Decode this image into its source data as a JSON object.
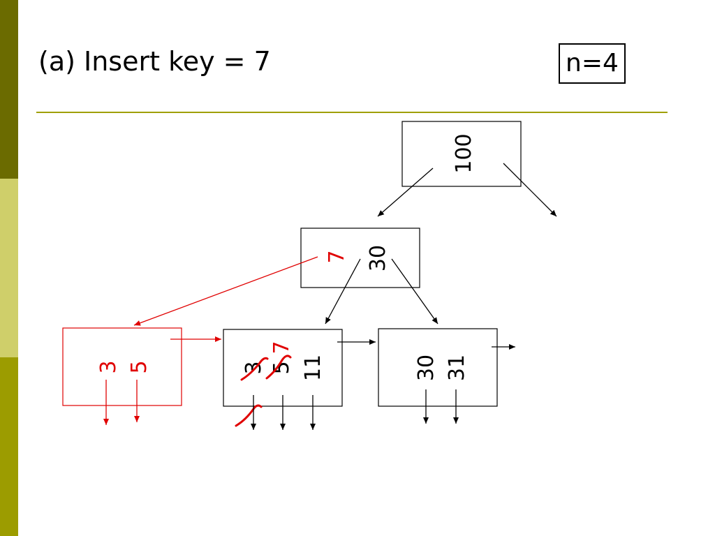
{
  "title": "(a) Insert key = 7",
  "param_label": "n=4",
  "colors": {
    "black": "#000000",
    "red": "#e00000",
    "olive": "#a0a000"
  },
  "root": {
    "keys": [
      "100"
    ]
  },
  "internal": {
    "new_key": "7",
    "keys": [
      "30"
    ]
  },
  "new_leaf": {
    "keys": [
      "3",
      "5"
    ]
  },
  "old_leaf": {
    "keys": [
      "3",
      "5",
      "7",
      "11"
    ],
    "struck_keys": [
      "3",
      "5"
    ]
  },
  "right_leaf": {
    "keys": [
      "30",
      "31"
    ]
  }
}
